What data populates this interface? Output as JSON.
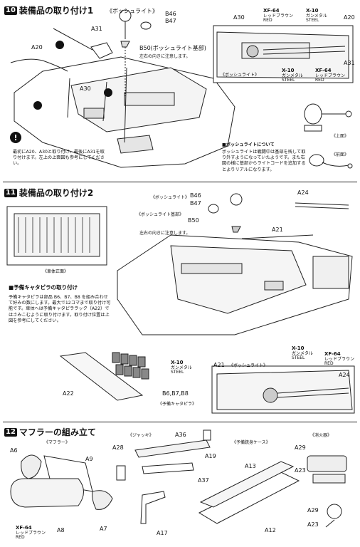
{
  "sections": [
    {
      "num": "10",
      "title": "装備品の取り付け1"
    },
    {
      "num": "11",
      "title": "装備品の取り付け2"
    },
    {
      "num": "12",
      "title": "マフラーの組み立て"
    }
  ],
  "s10": {
    "parts": [
      "B46",
      "B47",
      "A31",
      "A20",
      "A30",
      "B50(ボッシュライト基部)",
      "A30",
      "A20",
      "A31"
    ],
    "bosch_label": "《ボッシュライト》",
    "b50_note": "左右の向きに注意します。",
    "step_nums": [
      "❶",
      "❷",
      "❸"
    ],
    "warn_note": "最初にA20、A30と取り付け、最後にA31を取り付けます。左上の上面図も参考にしてください。",
    "bosch_heading": "■ボッシュライトについて",
    "bosch_text": "ボッシュライトは戦闘中は基部を残して取り外すようになっていたようです。また右図の様に基部からライトコードを追加するとよりリアルになります。",
    "view_top": "《上面》",
    "view_front": "《前面》",
    "paints": [
      {
        "code": "XF-64",
        "name": "レッドブラウン",
        "en": "RED"
      },
      {
        "code": "X-10",
        "name": "ガンメタル",
        "en": "STEEL"
      },
      {
        "code": "X-10",
        "name": "ガンメタル",
        "en": "STEEL"
      },
      {
        "code": "XF-64",
        "name": "レッドブラウン",
        "en": "RED"
      }
    ]
  },
  "s11": {
    "bosch_label": "《ボッシュライト》",
    "b46": "B46",
    "b47": "B47",
    "b50": "B50",
    "b50_label": "《ボッシュライト基部》",
    "b50_note": "左右の向きに注意します。",
    "a24": "A24",
    "a21": "A21",
    "a22": "A22",
    "a21b": "A21",
    "a24b": "A24",
    "front_label": "《車体正面》",
    "track_heading": "■予備キャタピラの取り付け",
    "track_text": "予備キャタピラは部品 B6、B7、B8 を組み合わせて好みの数にします。最大で12コマまで取り付け可能です。車体へは予備キャタピララック（A22）ではさみこむように取り付けます。取り付け位置は上図を参考にしてください。",
    "b678": "B6,B7,B8",
    "spare_track": "《予備キャタピラ》",
    "bosch_label2": "《ボッシュライト》",
    "paints": [
      {
        "code": "X-10",
        "name": "ガンメタル",
        "en": "STEEL"
      },
      {
        "code": "X-10",
        "name": "ガンメタル",
        "en": "STEEL"
      },
      {
        "code": "XF-64",
        "name": "レッドブラウン",
        "en": "RED"
      }
    ]
  },
  "s12": {
    "muffler_label": "《マフラー》",
    "jack_label": "《ジャッキ》",
    "barrel_label": "《予備銃身ケース》",
    "ext_label": "《消火器》",
    "parts": {
      "a6": "A6",
      "a9": "A9",
      "a8": "A8",
      "a7": "A7",
      "a28": "A28",
      "a36": "A36",
      "a19": "A19",
      "a37": "A37",
      "a17": "A17",
      "a13": "A13",
      "a12": "A12",
      "a29": "A29",
      "a23": "A23",
      "a29b": "A29",
      "a23b": "A23"
    },
    "paint": {
      "code": "XF-64",
      "name": "レッドブラウン",
      "en": "RED"
    }
  }
}
